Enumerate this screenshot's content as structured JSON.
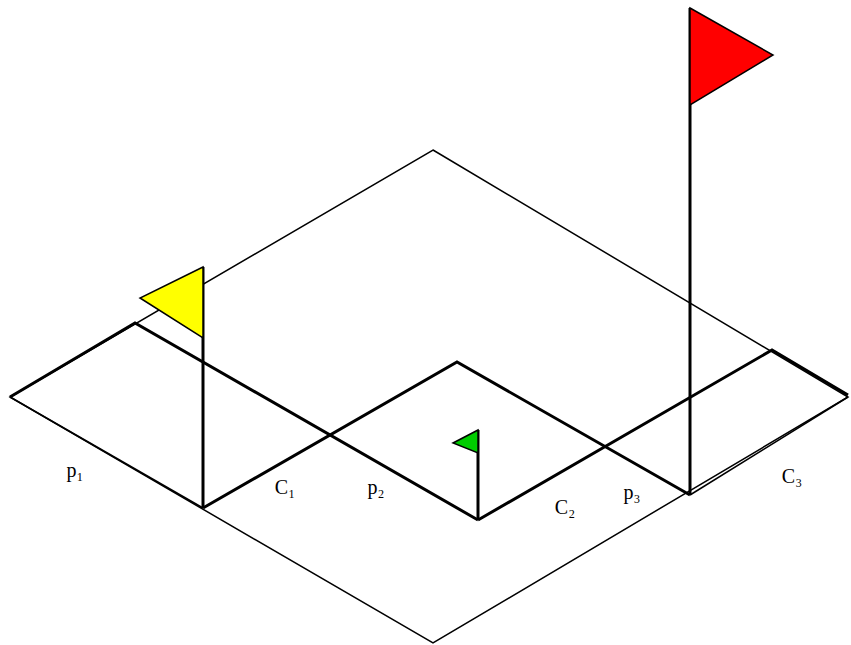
{
  "diagram": {
    "labels": [
      "p₁",
      "C₁",
      "p₂",
      "C₂",
      "p₃",
      "C₃"
    ]
  }
}
